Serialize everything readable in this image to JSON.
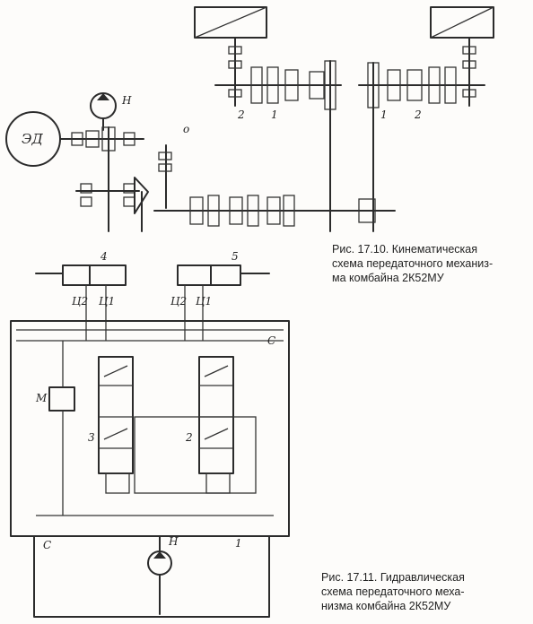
{
  "figure_1": {
    "caption_lines": [
      "Рис. 17.10. Кинематическая",
      "схема передаточного механиз-",
      "ма комбайна 2К52МУ"
    ],
    "labels": {
      "motor": "ЭД",
      "pump": "Н",
      "gear_left_2": "2",
      "gear_left_1": "1",
      "gear_right_1": "1",
      "gear_right_2": "2",
      "dot": "о"
    }
  },
  "figure_2": {
    "caption_lines": [
      "Рис. 17.11. Гидравлическая",
      "схема передаточного меха-",
      "низма комбайна 2К52МУ"
    ],
    "labels": {
      "cyl_left": "4",
      "cyl_right": "5",
      "c2_left": "Ц2",
      "c1_left": "Ц1",
      "c2_right": "Ц2",
      "c1_right": "Ц1",
      "motor_m": "М",
      "valve_3": "3",
      "valve_2": "2",
      "line_c_top": "С",
      "line_c_bottom": "С",
      "pump_h": "Н",
      "line_1": "1"
    }
  }
}
